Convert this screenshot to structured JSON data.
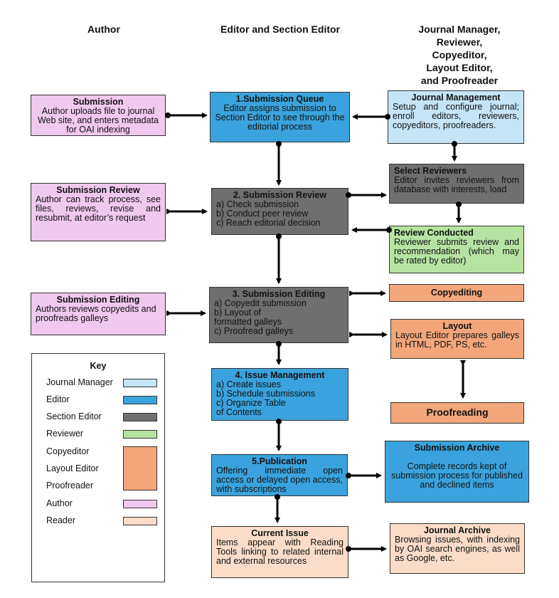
{
  "headers": {
    "author": "Author",
    "editor": "Editor and Section Editor",
    "others": [
      "Journal Manager,",
      "Reviewer,",
      "Copyeditor,",
      "Layout Editor,",
      "and Proofreader"
    ]
  },
  "author_boxes": {
    "submission": {
      "title": "Submission",
      "body": "Author uploads file to journal Web site, and enters metadata for OAI indexing"
    },
    "review": {
      "title": "Submission Review",
      "body": "Author can track process, see files, reviews, revise and resubmit, at editor’s request"
    },
    "editing": {
      "title": "Submission Editing",
      "body": "Authors reviews copyedits and proofreads galleys"
    }
  },
  "editor_boxes": {
    "queue": {
      "title": "1.Submission Queue",
      "body": "Editor assigns submission to Section Editor to see through the editorial process"
    },
    "review": {
      "title": "2. Submission Review",
      "items": [
        "a) Check submission",
        "b) Conduct peer review",
        "c) Reach editorial decision"
      ]
    },
    "editing": {
      "title": "3. Submission Editing",
      "items": [
        "a) Copyedit submission",
        "b) Layout of formatted galleys",
        "c) Proofread galleys"
      ]
    },
    "issue": {
      "title": "4. Issue Management",
      "items": [
        "a) Create issues",
        "b) Schedule submissions",
        "c) Organize Table of Contents"
      ]
    },
    "publication": {
      "title": "5.Publication",
      "body": "Offering immediate open access or delayed open access, with subscriptions"
    },
    "current": {
      "title": "Current Issue",
      "body": "Items appear with Reading Tools linking to related internal and external resources"
    }
  },
  "right_boxes": {
    "journal_mgmt": {
      "title": "Journal Management",
      "body": "Setup and configure journal; enroll editors, reviewers, copyeditors, proofreaders."
    },
    "select_reviewers": {
      "title": "Select Reviewers",
      "body": "Editor invites reviewers from database with interests, load"
    },
    "review_conducted": {
      "title": "Review Conducted",
      "body": "Reviewer submits review and recommendation (which may be rated by editor)"
    },
    "copyediting": {
      "title": "Copyediting"
    },
    "layout": {
      "title": "Layout",
      "body": "Layout Editor prepares galleys in HTML, PDF, PS, etc."
    },
    "proofreading": {
      "title": "Proofreading"
    },
    "archive": {
      "title": "Submission Archive",
      "body": "Complete records kept of submission process for published and declined items"
    },
    "journal_archive": {
      "title": "Journal Archive",
      "body": "Browsing issues, with indexing by OAI search engines, as well as Google, etc."
    }
  },
  "key": {
    "title": "Key",
    "items": [
      "Journal Manager",
      "Editor",
      "Section Editor",
      "Reviewer",
      "Copyeditor",
      "Layout Editor",
      "Proofreader",
      "Author",
      "Reader"
    ]
  },
  "colors": {
    "author": "#f0c9ee",
    "editor": "#3aa3dd",
    "section_editor": "#6f6f6f",
    "journal_manager": "#c5e5f6",
    "reviewer": "#b6e3a1",
    "production": "#f2a67a",
    "reader": "#fbdcc8"
  }
}
